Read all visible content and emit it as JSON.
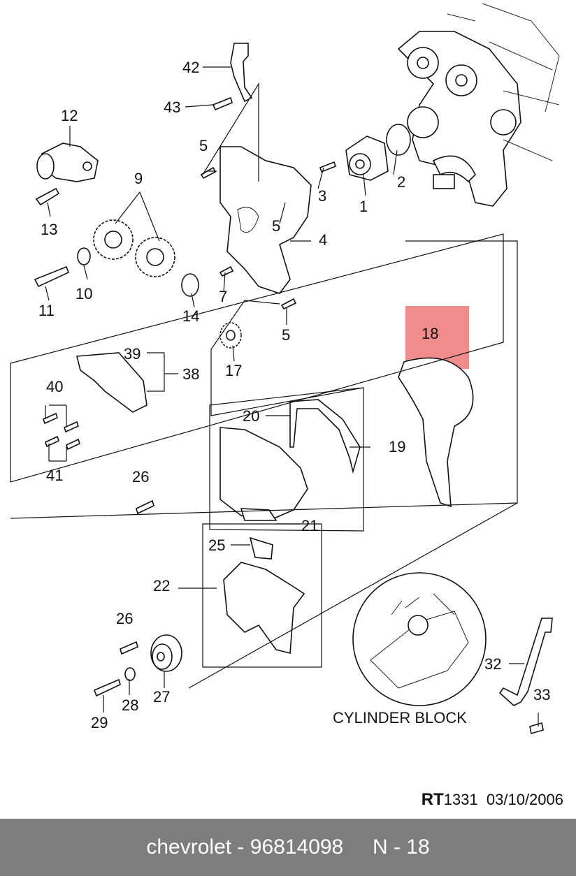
{
  "labels": {
    "p1": "1",
    "p2": "2",
    "p3": "3",
    "p4": "4",
    "p5a": "5",
    "p5b": "5",
    "p5c": "5",
    "p7": "7",
    "p9": "9",
    "p10": "10",
    "p11": "11",
    "p12": "12",
    "p13": "13",
    "p14": "14",
    "p17": "17",
    "p18": "18",
    "p19": "19",
    "p20": "20",
    "p21": "21",
    "p22": "22",
    "p25": "25",
    "p26a": "26",
    "p26b": "26",
    "p27": "27",
    "p28": "28",
    "p29": "29",
    "p32": "32",
    "p33": "33",
    "p38": "38",
    "p39": "39",
    "p40": "40",
    "p41": "41",
    "p42": "42",
    "p43": "43"
  },
  "inset_caption": "CYLINDER BLOCK",
  "reference": {
    "prefix": "RT",
    "number": "1331",
    "date": "03/10/2006"
  },
  "footer": {
    "brand": "chevrolet",
    "part_number": "96814098",
    "position": "N - 18",
    "separator": " - "
  },
  "highlight_color": "#f08080"
}
